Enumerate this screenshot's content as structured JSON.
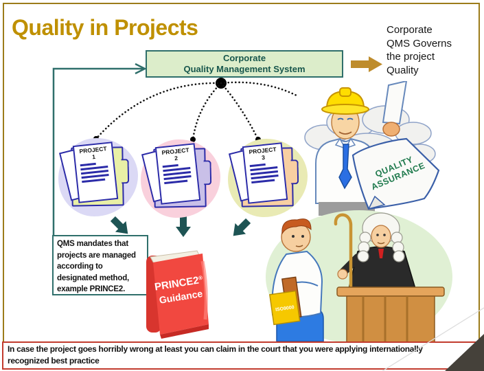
{
  "title": "Quality in Projects",
  "qms_box": {
    "line1": "Corporate",
    "line2": "Quality Management System"
  },
  "governs_note": "Corporate\nQMS Governs\nthe project\nQuality",
  "projects": [
    {
      "name": "PROJECT",
      "number": "1"
    },
    {
      "name": "PROJECT",
      "number": "2"
    },
    {
      "name": "PROJECT",
      "number": "3"
    }
  ],
  "mandate_note": "QMS mandates that\nprojects are managed\naccording to\ndesignated method,\nexample PRINCE2.",
  "book": {
    "title": "PRINCE2",
    "registered_mark": "®",
    "subtitle": "Guidance"
  },
  "qa_paper": {
    "line1": "QUALITY",
    "line2": "ASSURANCE"
  },
  "iso_book_label": "ISO9000",
  "footer_note": "In case the project goes horribly wrong at least you can claim in the court that you were applying internationally\nrecognized best practice",
  "colors": {
    "title_gold": "#BF9000",
    "slide_border": "#9C7C1A",
    "teal": "#2F6F6B",
    "dark_teal_arrow": "#1E5454",
    "qms_box_fill": "#DCEDCA",
    "qms_box_text": "#17564C",
    "gold_arrow": "#BE8C2C",
    "footer_border": "#C23B2D",
    "book_red": "#EF4136",
    "qa_paper_green": "#1F7A4D",
    "project1_blob": "#DBD9F5",
    "project1_folder": "#E9F0A6",
    "project2_blob": "#F9D0DC",
    "project2_folder": "#C9C0E8",
    "project3_blob": "#E9EAB4",
    "project3_folder": "#F8CFA2"
  }
}
